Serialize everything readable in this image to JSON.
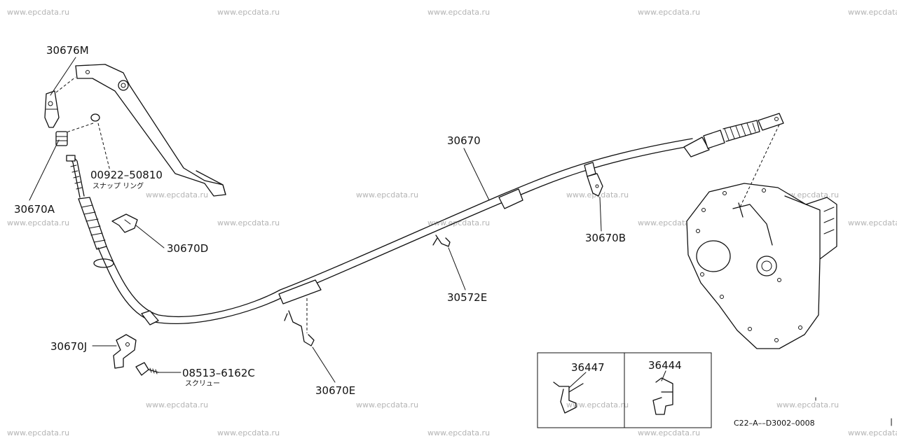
{
  "watermark": "www.epcdata.ru",
  "parts": {
    "p30676M": "30676M",
    "p00922": "00922–50810",
    "snap_ring": "スナップ リング",
    "p30670A": "30670A",
    "p30670D": "30670D",
    "p30670J": "30670J",
    "p08513": "08513–6162C",
    "screw": "スクリュー",
    "p30670E": "30670E",
    "p30572E": "30572E",
    "p30670": "30670",
    "p30670B": "30670B",
    "p36447": "36447",
    "p36444": "36444"
  },
  "diagram_code": "C22–A––D3002–0008"
}
